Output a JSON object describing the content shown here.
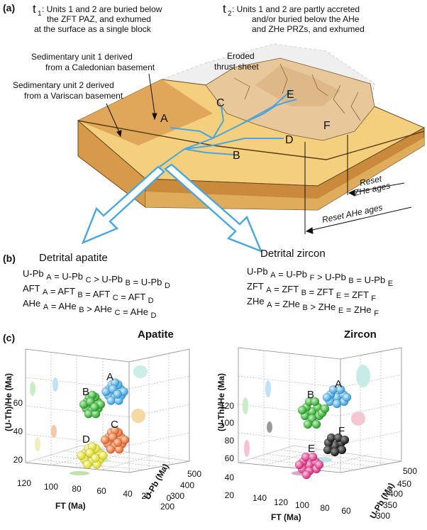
{
  "panel_a": {
    "label": "(a)",
    "t1": {
      "symbol": "t",
      "sub": "1",
      "lines": [
        ": Units 1 and 2 are buried below",
        "the ZFT PAZ, and exhumed",
        "at the surface as a single block"
      ]
    },
    "t2": {
      "symbol": "t",
      "sub": "2",
      "lines": [
        ": Units 1 and 2 are partly accreted",
        "and/or buried below the AHe",
        "and ZHe PRZs, and exhumed"
      ]
    },
    "unit1_lines": [
      "Sedimentary unit 1 derived",
      "from a Caledonian basement"
    ],
    "unit2_lines": [
      "Sedimentary unit 2 derived",
      "from a Variscan basement"
    ],
    "eroded_lines": [
      "Eroded",
      "thrust sheet"
    ],
    "reset_zhe_lines": [
      "Reset",
      "ZHe ages"
    ],
    "reset_ahe": "Reset AHe ages",
    "letters": [
      "A",
      "B",
      "C",
      "D",
      "E",
      "F"
    ]
  },
  "panel_b": {
    "label": "(b)",
    "apatite": {
      "title": "Detrital apatite",
      "rows": [
        [
          [
            "U-Pb",
            "A"
          ],
          [
            "= U-Pb",
            "C"
          ],
          [
            "> U-Pb",
            "B"
          ],
          [
            "= U-Pb",
            "D"
          ]
        ],
        [
          [
            "AFT",
            "A"
          ],
          [
            "= AFT",
            "B"
          ],
          [
            "= AFT",
            "C"
          ],
          [
            "= AFT",
            "D"
          ]
        ],
        [
          [
            "AHe",
            "A"
          ],
          [
            "= AHe",
            "B"
          ],
          [
            "> AHe",
            "C"
          ],
          [
            "= AHe",
            "D"
          ]
        ]
      ]
    },
    "zircon": {
      "title": "Detrital zircon",
      "rows": [
        [
          [
            "U-Pb",
            "A"
          ],
          [
            "= U-Pb",
            "F"
          ],
          [
            "> U-Pb",
            "B"
          ],
          [
            "= U-Pb",
            "E"
          ]
        ],
        [
          [
            "ZFT",
            "A"
          ],
          [
            "= ZFT",
            "B"
          ],
          [
            "= ZFT",
            "E"
          ],
          [
            "= ZFT",
            "F"
          ]
        ],
        [
          [
            "ZHe",
            "A"
          ],
          [
            "= ZHe",
            "B"
          ],
          [
            "> ZHe",
            "E"
          ],
          [
            "= ZHe",
            "F"
          ]
        ]
      ]
    }
  },
  "panel_c": {
    "label": "(c)",
    "apatite": {
      "title": "Apatite",
      "z_label": "(U-Th)/He (Ma)",
      "x_label": "FT (Ma)",
      "y_label": "U-Pb (Ma)",
      "z_ticks": [
        "60",
        "40",
        "20"
      ],
      "x_ticks": [
        "120",
        "100",
        "80",
        "60",
        "40",
        "20",
        "0"
      ],
      "y_ticks": [
        "500",
        "400",
        "300",
        "200"
      ],
      "clusters": [
        {
          "name": "A",
          "color": "#4ab3ec"
        },
        {
          "name": "B",
          "color": "#3fb93c"
        },
        {
          "name": "C",
          "color": "#ee8a52"
        },
        {
          "name": "D",
          "color": "#e6e23e"
        }
      ]
    },
    "zircon": {
      "title": "Zircon",
      "z_label": "(U-Th)/He (Ma)",
      "x_label": "FT (Ma)",
      "y_label": "U-Pb (Ma)",
      "z_ticks": [
        "120",
        "100",
        "80",
        "60",
        "40",
        "20"
      ],
      "x_ticks": [
        "140",
        "120",
        "100",
        "80",
        "60"
      ],
      "y_ticks": [
        "500",
        "450",
        "400",
        "350",
        "300"
      ],
      "clusters": [
        {
          "name": "A",
          "color": "#4ab3ec"
        },
        {
          "name": "B",
          "color": "#3fb93c"
        },
        {
          "name": "F",
          "color": "#2b2b2b"
        },
        {
          "name": "E",
          "color": "#e0408f"
        }
      ]
    }
  }
}
